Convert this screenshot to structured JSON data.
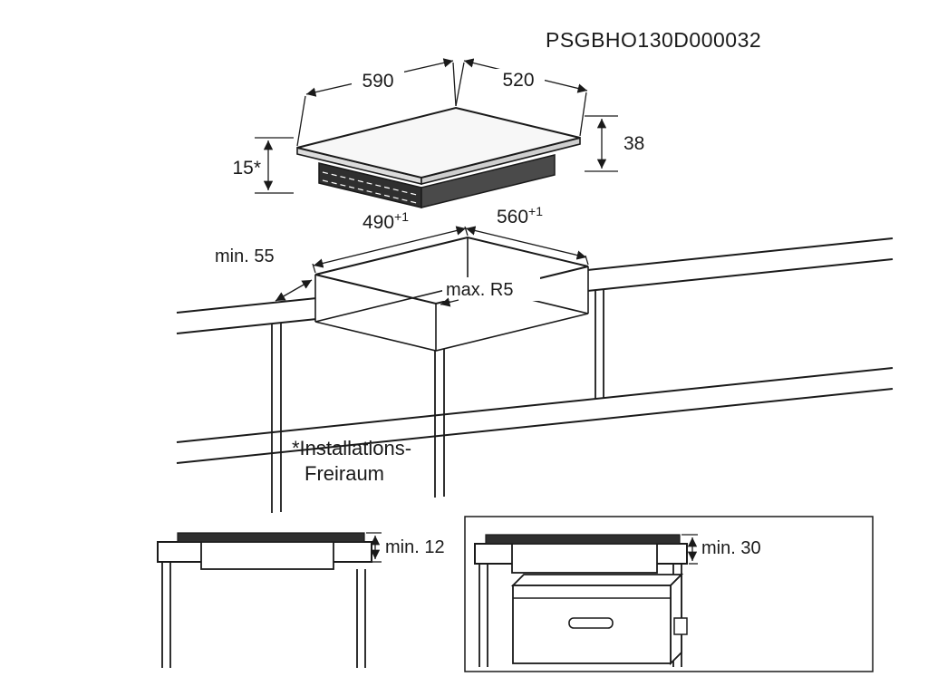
{
  "colors": {
    "background": "#ffffff",
    "line": "#1a1a1a",
    "hob_body_dark": "#2f2f2f",
    "hob_body_side": "#4a4a4a",
    "glass_top": "#f7f7f7",
    "glass_edge": "#dcdcdc"
  },
  "header": {
    "product_code": "PSGBHO130D000032"
  },
  "hob_view": {
    "width": "590",
    "depth": "520",
    "height": "38",
    "clearance": "15*"
  },
  "cutout_view": {
    "depth": {
      "value": "490",
      "tolerance": "+1"
    },
    "width": {
      "value": "560",
      "tolerance": "+1"
    },
    "front_distance": "min. 55",
    "corner_radius": "max. R5"
  },
  "note": {
    "line1": "*Installations-",
    "line2": "Freiraum"
  },
  "clearance_views": {
    "left_label": "min. 12",
    "right_label": "min. 30"
  }
}
